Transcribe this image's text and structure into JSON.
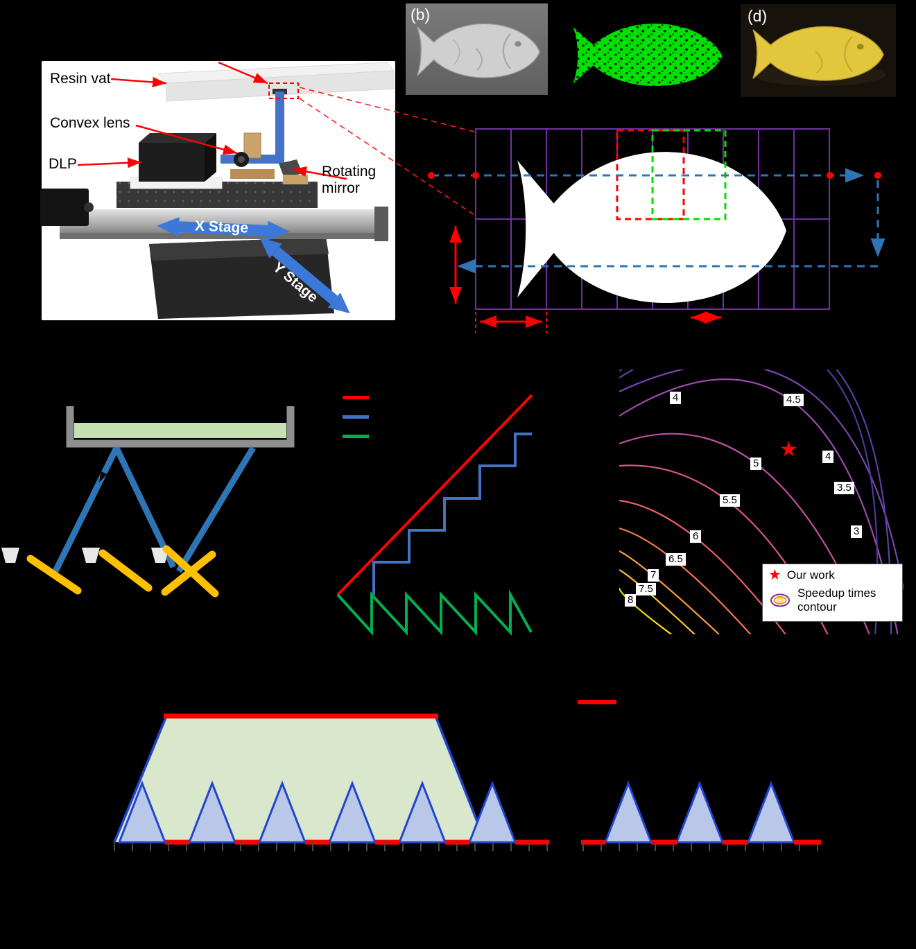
{
  "colors": {
    "background": "#000000",
    "annotation_red": "#ff0000",
    "beam_blue": "#2e75b6",
    "stage_arrow_blue": "#3c78d8",
    "grid_purple": "#7030a0",
    "slice_green": "#00e000",
    "resin_green": "#c6e0b4",
    "mirror_yellow": "#ffc000",
    "staircase_blue": "#4472c4",
    "sawtooth_green": "#00b050"
  },
  "printer_panel": {
    "resin_vat_label": "Resin vat",
    "convex_lens_label": "Convex lens",
    "dlp_label": "DLP",
    "rotating_mirror_line1": "Rotating",
    "rotating_mirror_line2": "mirror",
    "x_stage_label": "X Stage",
    "y_stage_label": "Y Stage"
  },
  "fish_panels": {
    "b_tag": "(b)",
    "d_tag": "(d)"
  },
  "contour_plot": {
    "star_glyph": "★",
    "labels": [
      {
        "text": "4"
      },
      {
        "text": "4.5"
      },
      {
        "text": "5"
      },
      {
        "text": "4"
      },
      {
        "text": "3.5"
      },
      {
        "text": "5.5"
      },
      {
        "text": "3"
      },
      {
        "text": "6"
      },
      {
        "text": "6.5"
      },
      {
        "text": "7"
      },
      {
        "text": "7.5"
      },
      {
        "text": "8"
      }
    ],
    "legend": {
      "our_work": "Our work",
      "speedup_line1": "Speedup times",
      "speedup_line2": "contour"
    }
  },
  "chart_data": {
    "type": "contour",
    "title": "Speedup times contour",
    "levels": [
      3,
      3.5,
      4,
      4.5,
      5,
      5.5,
      6,
      6.5,
      7,
      7.5,
      8
    ],
    "level_colors": {
      "3": "#4a3c9d",
      "3.5": "#5d40a6",
      "4": "#7946ae",
      "4.5": "#9c4bb4",
      "5": "#c14fa4",
      "5.5": "#d9548c",
      "6": "#ec5f63",
      "6.5": "#f8764f",
      "7": "#fd9b3b",
      "7.5": "#ffc22e",
      "8": "#ffe100"
    },
    "layout": "nested contour lines around lower-left corner; values increase toward lower-left (8 innermost, 3 outermost); red star marker between the 4.5 and 5 contours",
    "annotations": [
      {
        "marker": "star",
        "color": "#ff0000",
        "label": "Our work"
      }
    ],
    "legend_entries": [
      "Our work",
      "Speedup times contour"
    ],
    "axis_tick_labels_visible": false
  }
}
